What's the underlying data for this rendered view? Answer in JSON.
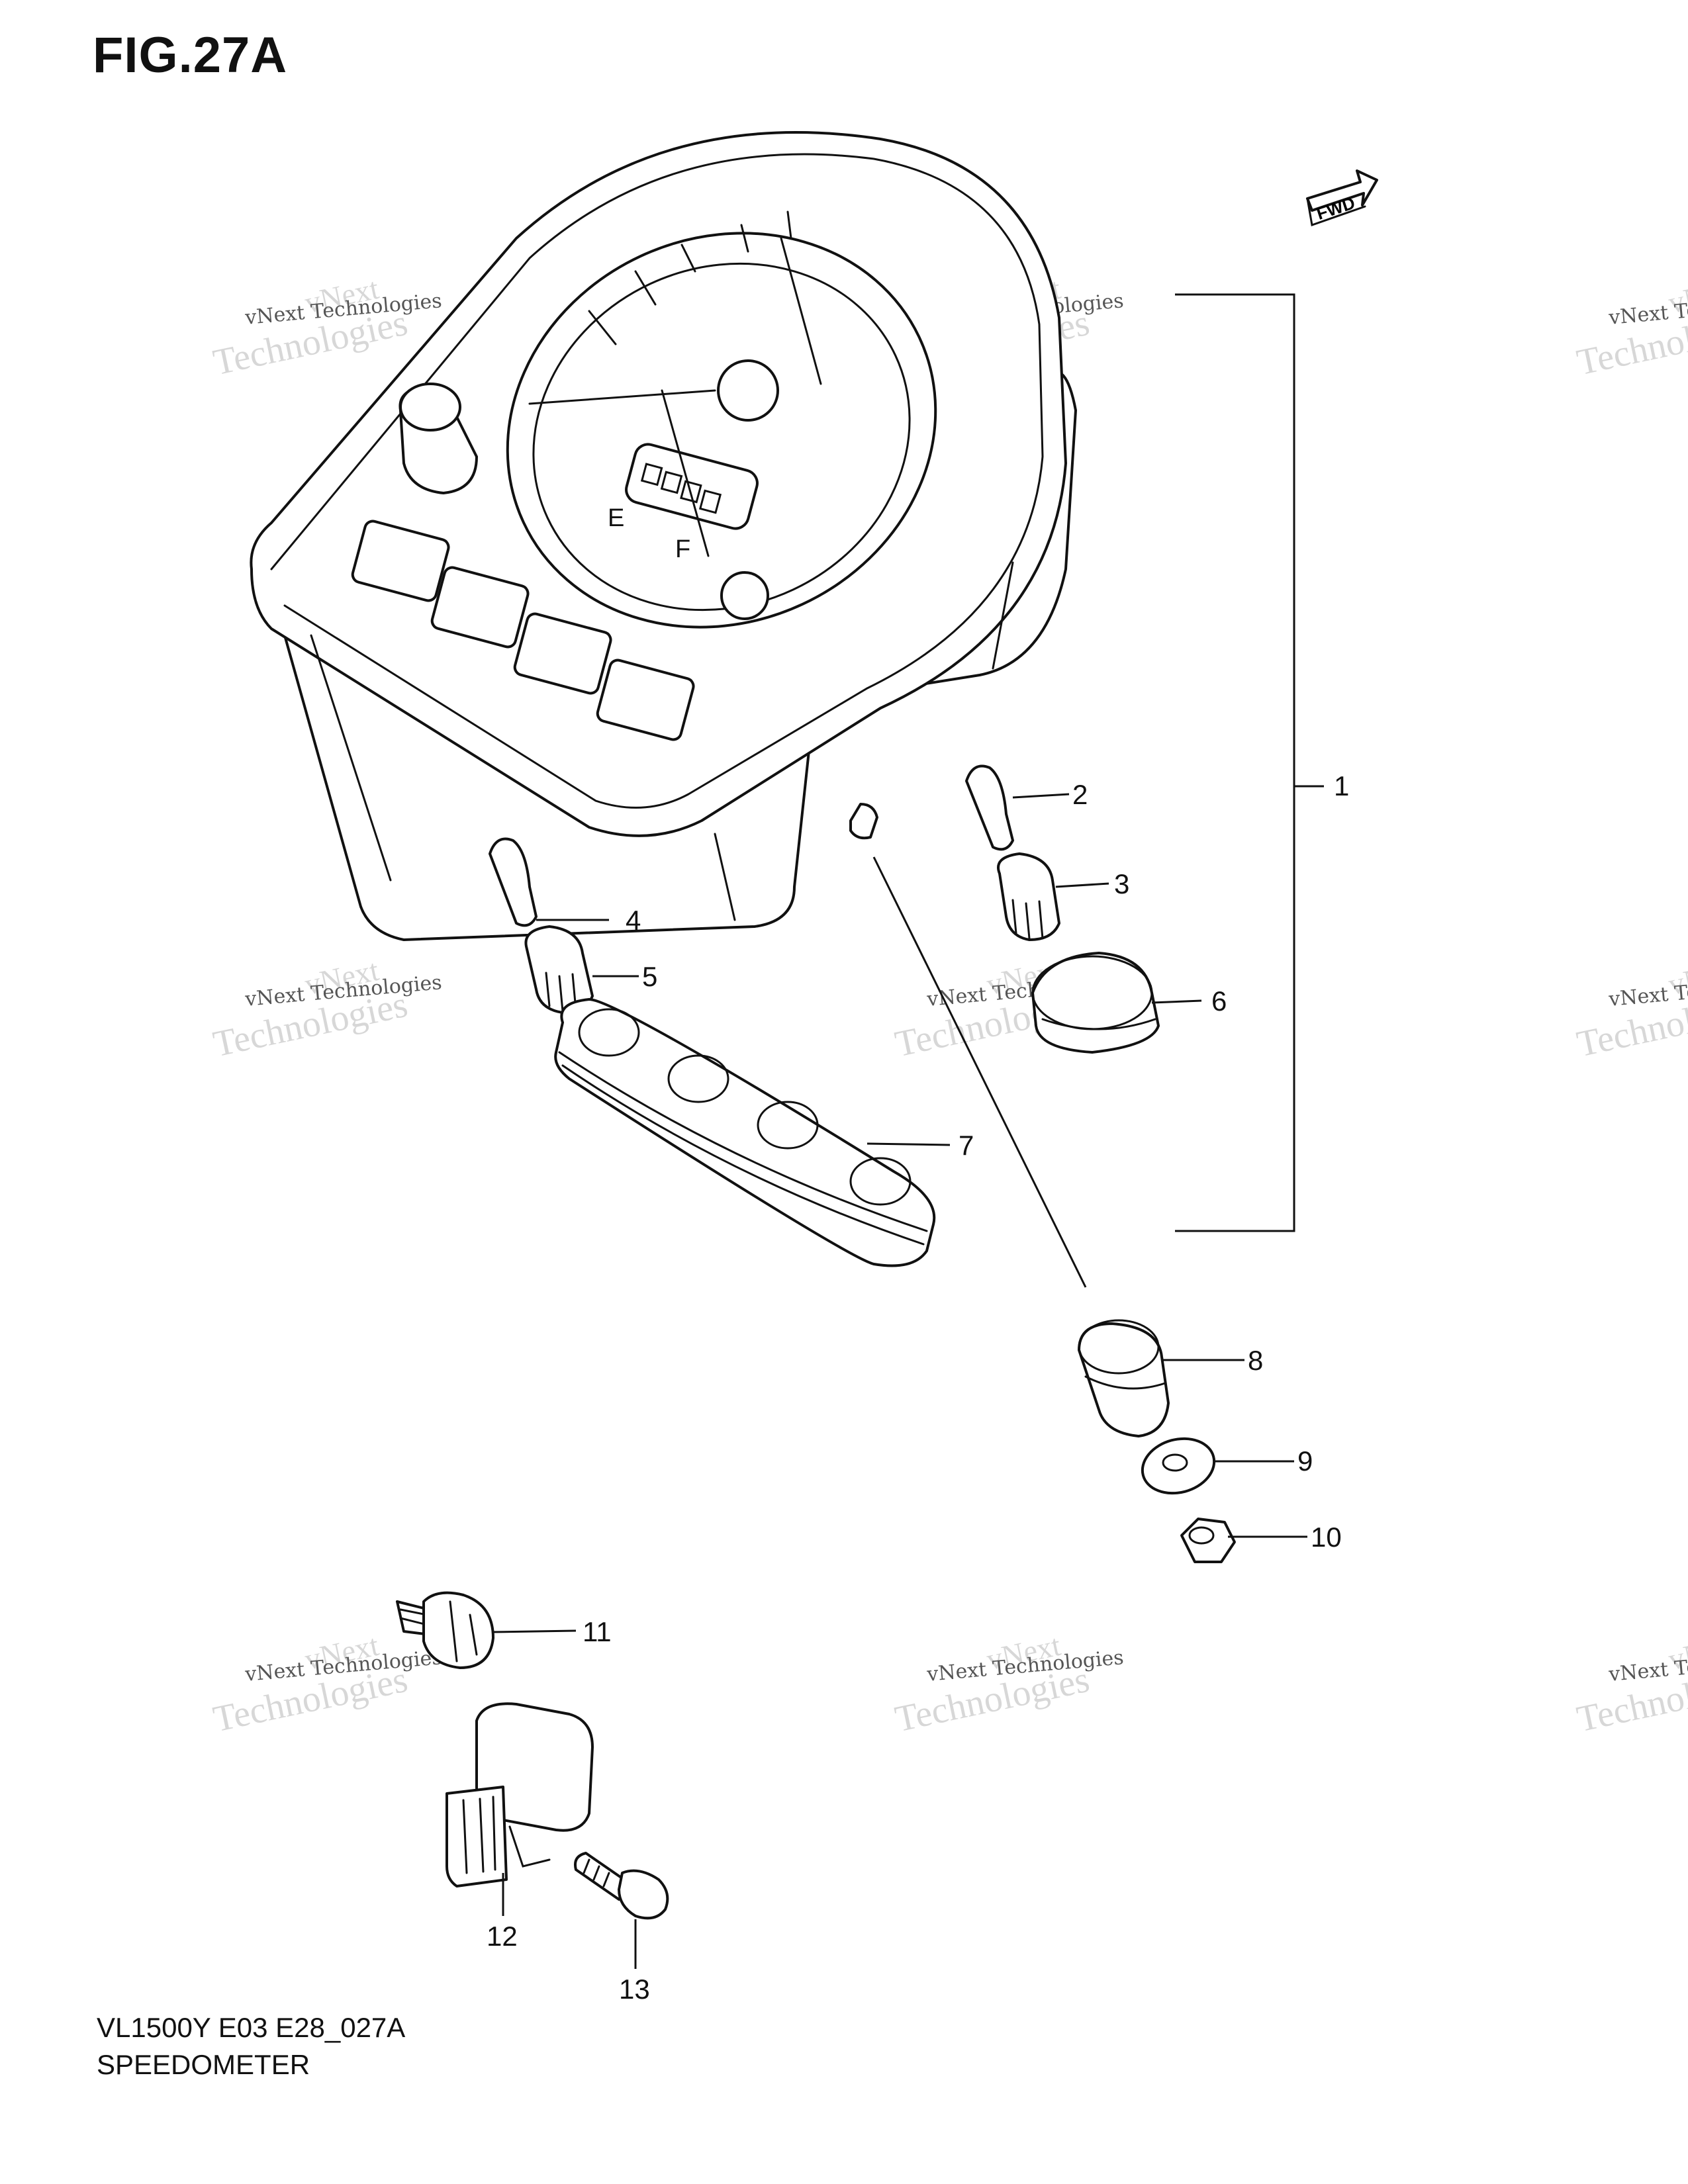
{
  "figure": {
    "title": "FIG.27A",
    "model_code": "VL1500Y E03 E28_027A",
    "section_name": "SPEEDOMETER"
  },
  "fwd_arrow": {
    "label": "FWD"
  },
  "watermark": {
    "line1": "vNext",
    "line2": "vNext Technologies",
    "line3": "Technologies"
  },
  "callouts": [
    "1",
    "2",
    "3",
    "4",
    "5",
    "6",
    "7",
    "8",
    "9",
    "10",
    "11",
    "12",
    "13"
  ],
  "gauge_labels": {
    "empty": "E",
    "full": "F"
  }
}
